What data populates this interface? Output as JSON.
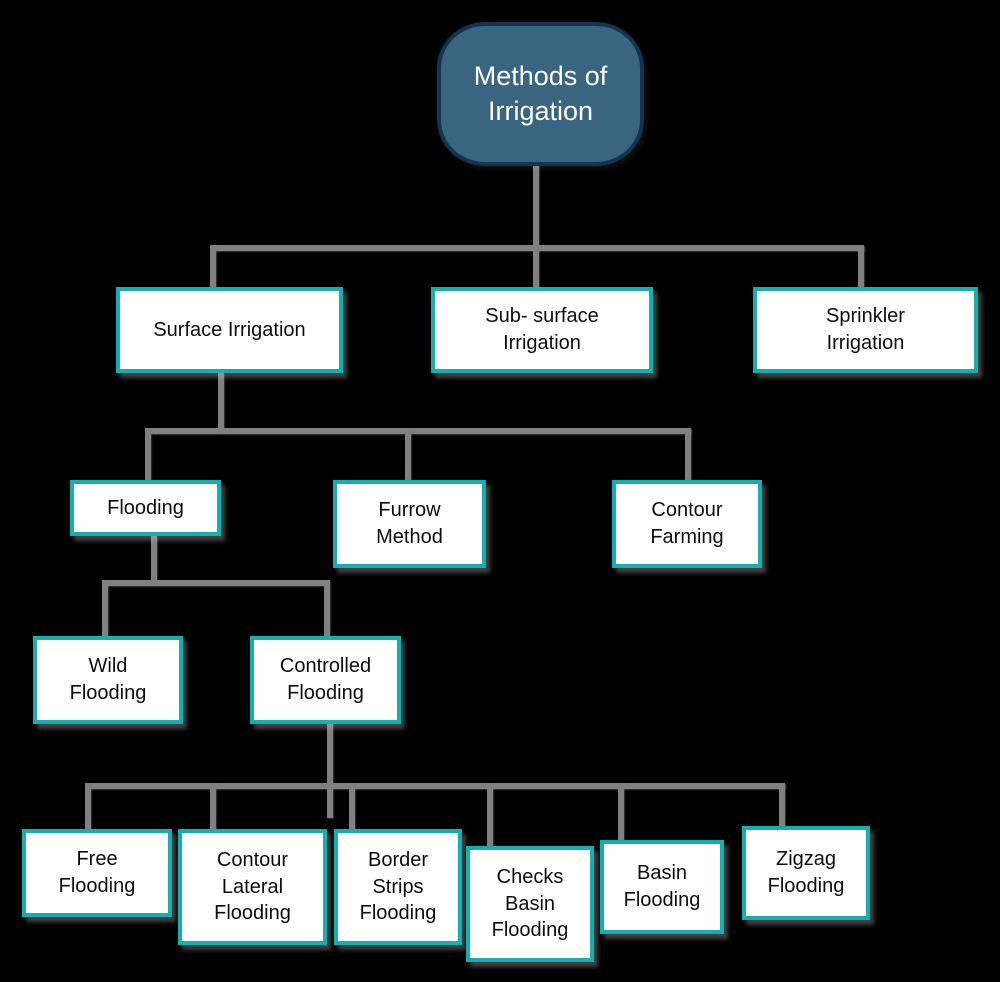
{
  "diagram": {
    "title": "Methods of Irrigation",
    "type": "hierarchy-tree",
    "colors": {
      "background": "#000000",
      "root_fill": "#3A6580",
      "root_border": "#13344C",
      "root_text": "#FFFFFF",
      "node_fill": "#FFFFFF",
      "node_border": "#16AFAF",
      "node_text": "#0D0D0D",
      "connector": "#808080"
    },
    "root": {
      "label": "Methods of\nIrrigation"
    },
    "level2": [
      {
        "label": "Surface Irrigation"
      },
      {
        "label": "Sub- surface\nIrrigation"
      },
      {
        "label": "Sprinkler\nIrrigation"
      }
    ],
    "level3": [
      {
        "label": "Flooding"
      },
      {
        "label": "Furrow\nMethod"
      },
      {
        "label": "Contour\nFarming"
      }
    ],
    "level4": [
      {
        "label": "Wild\nFlooding"
      },
      {
        "label": "Controlled\nFlooding"
      }
    ],
    "level5": [
      {
        "label": "Free\nFlooding"
      },
      {
        "label": "Contour\nLateral\nFlooding"
      },
      {
        "label": "Border\nStrips\nFlooding"
      },
      {
        "label": "Checks\nBasin\nFlooding"
      },
      {
        "label": "Basin\nFlooding"
      },
      {
        "label": "Zigzag\nFlooding"
      }
    ]
  }
}
